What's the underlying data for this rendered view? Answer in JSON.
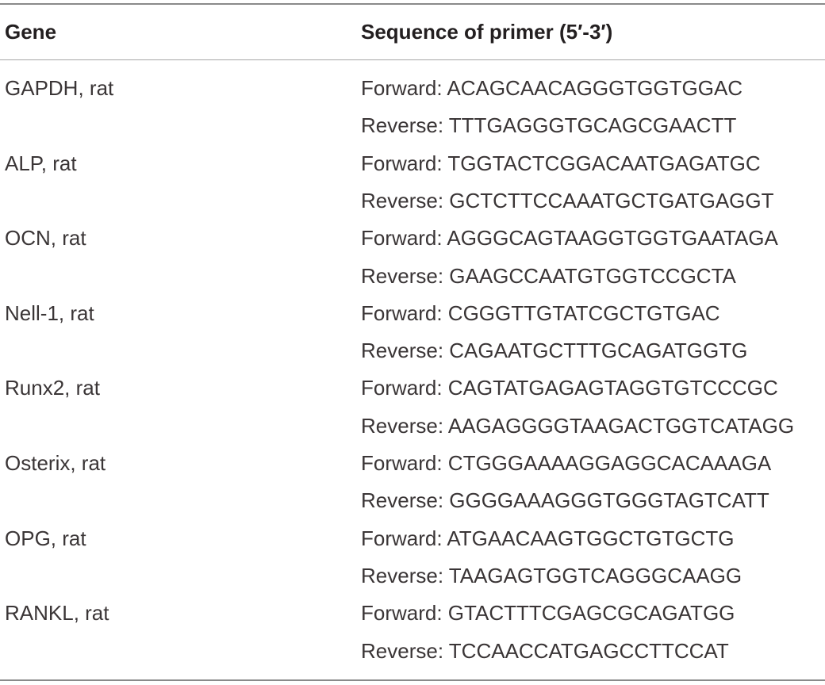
{
  "header": {
    "gene": "Gene",
    "sequence": "Sequence of primer (5′-3′)"
  },
  "rows": [
    {
      "gene": "GAPDH, rat",
      "forward": "Forward: ACAGCAACAGGGTGGTGGAC",
      "reverse": "Reverse: TTTGAGGGTGCAGCGAACTT"
    },
    {
      "gene": "ALP, rat",
      "forward": "Forward: TGGTACTCGGACAATGAGATGC",
      "reverse": "Reverse: GCTCTTCCAAATGCTGATGAGGT"
    },
    {
      "gene": "OCN, rat",
      "forward": "Forward: AGGGCAGTAAGGTGGTGAATAGA",
      "reverse": "Reverse: GAAGCCAATGTGGTCCGCTA"
    },
    {
      "gene": "Nell-1, rat",
      "forward": "Forward: CGGGTTGTATCGCTGTGAC",
      "reverse": "Reverse: CAGAATGCTTTGCAGATGGTG"
    },
    {
      "gene": "Runx2, rat",
      "forward": "Forward: CAGTATGAGAGTAGGTGTCCCGC",
      "reverse": "Reverse: AAGAGGGGTAAGACTGGTCATAGG"
    },
    {
      "gene": "Osterix, rat",
      "forward": "Forward: CTGGGAAAAGGAGGCACAAAGA",
      "reverse": "Reverse: GGGGAAAGGGTGGGTAGTCATT"
    },
    {
      "gene": "OPG, rat",
      "forward": "Forward: ATGAACAAGTGGCTGTGCTG",
      "reverse": "Reverse: TAAGAGTGGTCAGGGCAAGG"
    },
    {
      "gene": "RANKL, rat",
      "forward": "Forward: GTACTTTCGAGCGCAGATGG",
      "reverse": "Reverse: TCCAACCATGAGCCTTCCAT"
    }
  ]
}
